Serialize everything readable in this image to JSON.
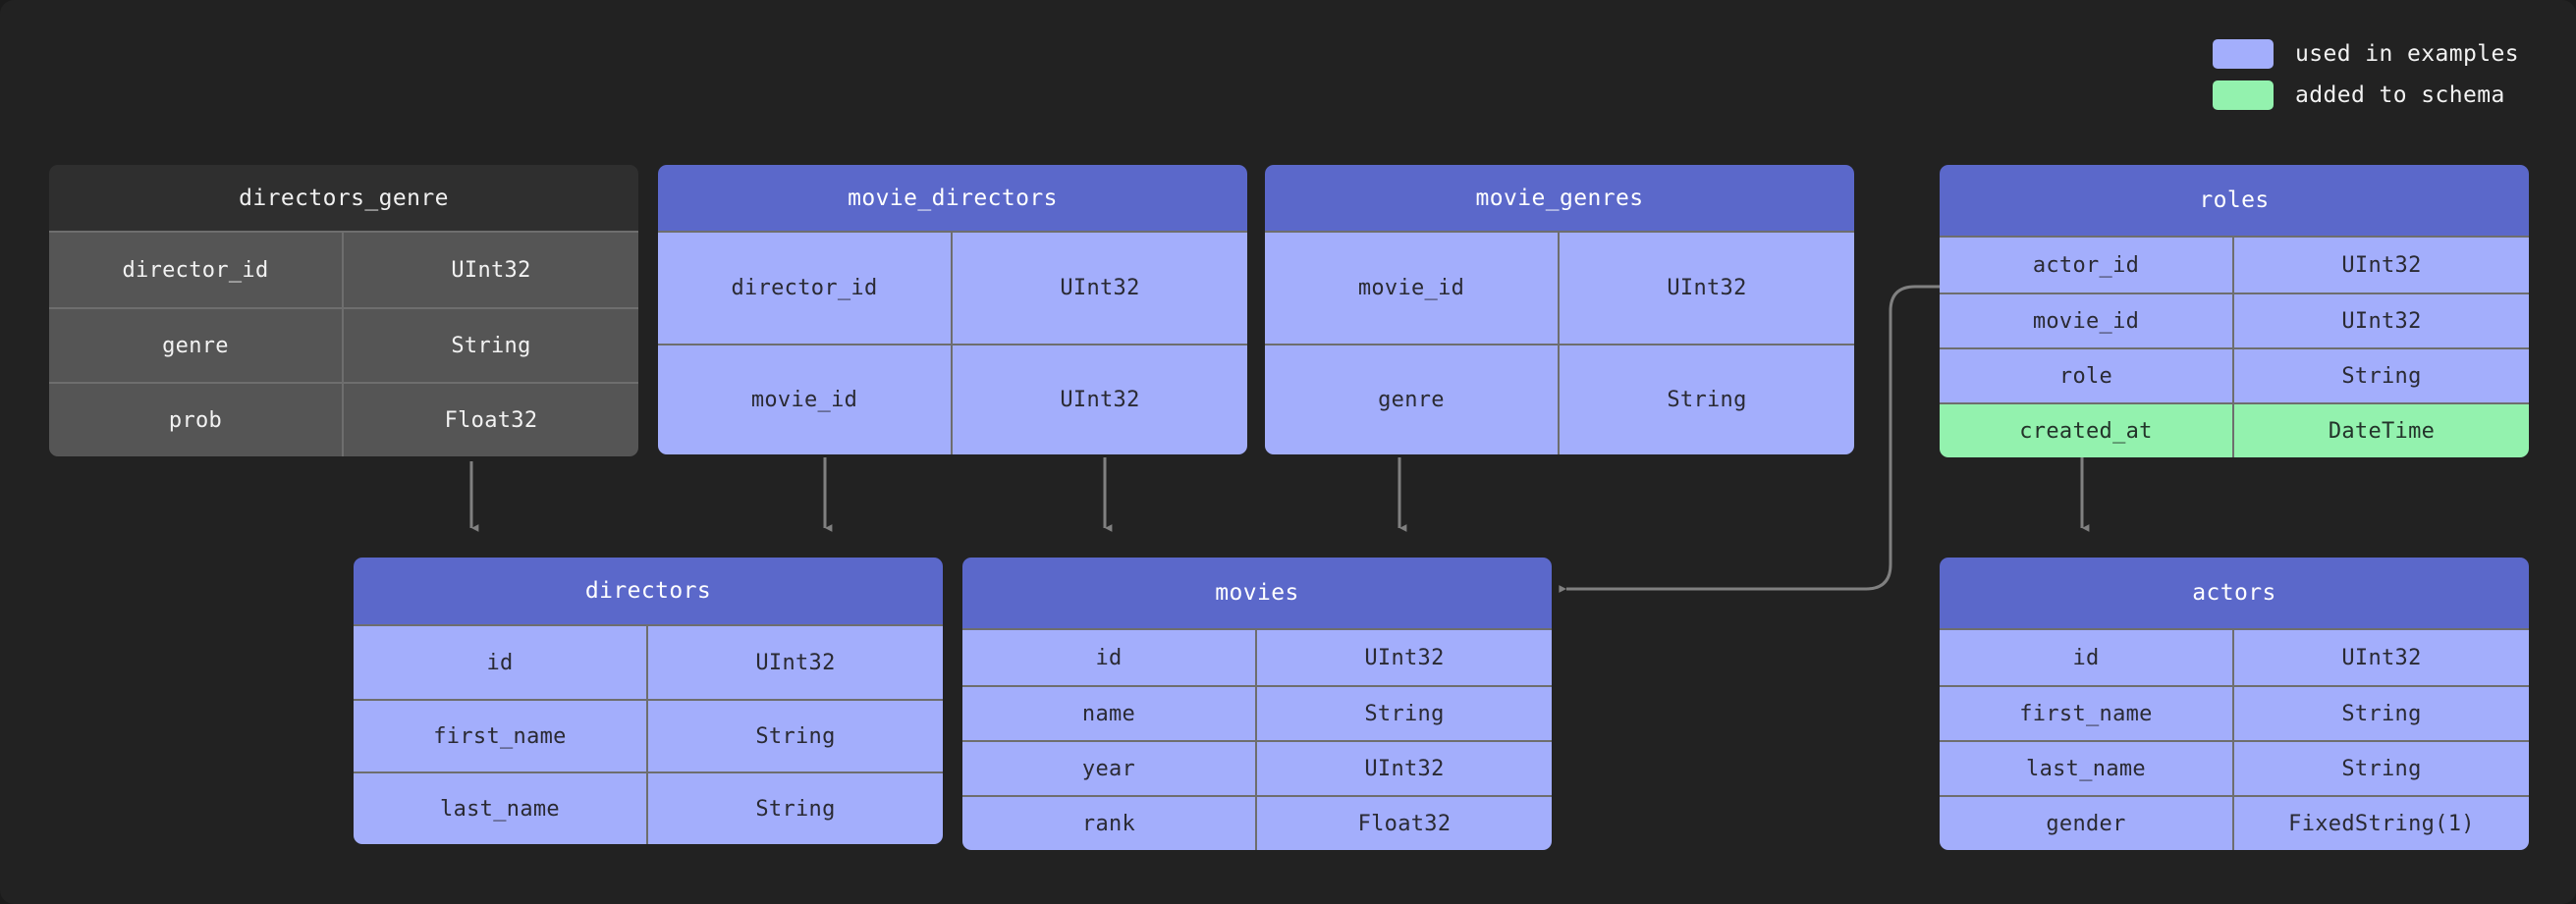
{
  "legend": {
    "items": [
      {
        "label": "used in examples",
        "color": "#a3aefc",
        "key": "used"
      },
      {
        "label": "added to schema",
        "color": "#93f2ae",
        "key": "added"
      }
    ]
  },
  "diagram": {
    "type": "database-schema-erd",
    "background": "#222222",
    "link_color": "#808080",
    "tables": [
      {
        "name": "directors_genre",
        "style": "grey",
        "columns": [
          {
            "name": "director_id",
            "type": "UInt32",
            "highlight": "none"
          },
          {
            "name": "genre",
            "type": "String",
            "highlight": "none"
          },
          {
            "name": "prob",
            "type": "Float32",
            "highlight": "none"
          }
        ]
      },
      {
        "name": "movie_directors",
        "style": "blue",
        "columns": [
          {
            "name": "director_id",
            "type": "UInt32",
            "highlight": "none"
          },
          {
            "name": "movie_id",
            "type": "UInt32",
            "highlight": "none"
          }
        ]
      },
      {
        "name": "movie_genres",
        "style": "blue",
        "columns": [
          {
            "name": "movie_id",
            "type": "UInt32",
            "highlight": "none"
          },
          {
            "name": "genre",
            "type": "String",
            "highlight": "none"
          }
        ]
      },
      {
        "name": "roles",
        "style": "blue",
        "columns": [
          {
            "name": "actor_id",
            "type": "UInt32",
            "highlight": "none"
          },
          {
            "name": "movie_id",
            "type": "UInt32",
            "highlight": "none"
          },
          {
            "name": "role",
            "type": "String",
            "highlight": "none"
          },
          {
            "name": "created_at",
            "type": "DateTime",
            "highlight": "added"
          }
        ]
      },
      {
        "name": "directors",
        "style": "blue",
        "columns": [
          {
            "name": "id",
            "type": "UInt32",
            "highlight": "none"
          },
          {
            "name": "first_name",
            "type": "String",
            "highlight": "none"
          },
          {
            "name": "last_name",
            "type": "String",
            "highlight": "none"
          }
        ]
      },
      {
        "name": "movies",
        "style": "blue",
        "columns": [
          {
            "name": "id",
            "type": "UInt32",
            "highlight": "none"
          },
          {
            "name": "name",
            "type": "String",
            "highlight": "none"
          },
          {
            "name": "year",
            "type": "UInt32",
            "highlight": "none"
          },
          {
            "name": "rank",
            "type": "Float32",
            "highlight": "none"
          }
        ]
      },
      {
        "name": "actors",
        "style": "blue",
        "columns": [
          {
            "name": "id",
            "type": "UInt32",
            "highlight": "none"
          },
          {
            "name": "first_name",
            "type": "String",
            "highlight": "none"
          },
          {
            "name": "last_name",
            "type": "String",
            "highlight": "none"
          },
          {
            "name": "gender",
            "type": "FixedString(1)",
            "highlight": "none"
          }
        ]
      }
    ],
    "relations": [
      {
        "from": "directors_genre",
        "to": "directors"
      },
      {
        "from": "movie_directors",
        "to": "directors"
      },
      {
        "from": "movie_directors",
        "to": "movies"
      },
      {
        "from": "movie_genres",
        "to": "movies"
      },
      {
        "from": "roles",
        "to": "movies"
      },
      {
        "from": "roles",
        "to": "actors"
      }
    ]
  }
}
